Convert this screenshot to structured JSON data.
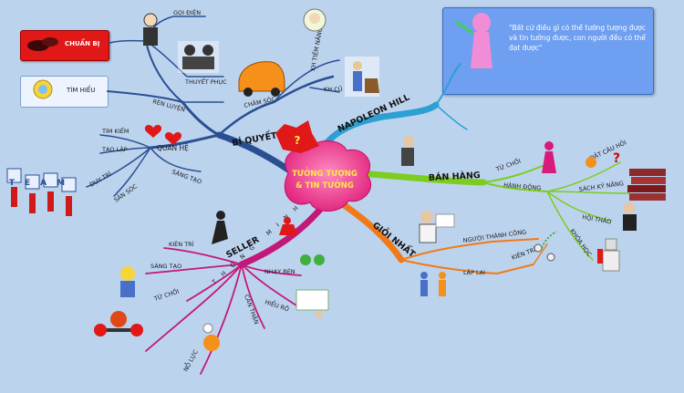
{
  "center": {
    "line1": "TƯỞNG TƯỢNG",
    "line2": "& TIN TƯỞNG"
  },
  "quote": "\"Bất cứ điều gì có thể tưởng tượng được và tin tưởng được, con người đều có thể đạt được\"",
  "branches": {
    "bi_quyet": {
      "label": "BÍ QUYẾT",
      "color": "#2a4f91"
    },
    "napoleon": {
      "label": "NAPOLEON HILL",
      "color": "#2ca0d2"
    },
    "ban_hang": {
      "label": "BÁN HÀNG",
      "color": "#7ccd1f"
    },
    "gioi_nhat": {
      "label": "GIỎI NHẤT",
      "color": "#f07a18"
    },
    "seller": {
      "label": "SELLER",
      "color": "#c2187a"
    }
  },
  "labels": {
    "goi_dien": "GỌI ĐIỆN",
    "chuan_bi": "CHUẨN BỊ",
    "thuyet_phuc": "THUYẾT PHỤC",
    "tim_hieu": "TÌM HIỂU",
    "ren_luyen": "RÈN LUYỆN",
    "kh_tiem_nang": "KH TIỀM NĂNG",
    "cham_soc": "CHĂM SÓC",
    "kh_cu": "KH CŨ",
    "tim_kiem": "TÌM KIẾM",
    "tao_lap": "TẠO LẬP",
    "quan_he": "QUAN HỆ",
    "duy_tri": "DUY TRÌ",
    "sang_tao_1": "SÁNG TẠO",
    "san_soc": "SĂN SÓC",
    "team": "TEAM",
    "tu_choi_1": "TỪ CHỐI",
    "dat_cau_hoi": "ĐẶT CÂU HỎI",
    "hanh_dong": "HÀNH ĐỘNG",
    "sach_ky_nang": "SÁCH KỸ NĂNG",
    "hoi_thao": "HỘI THẢO",
    "khoa_hoc": "KHÓA HỌC",
    "nguoi_thanh_cong": "NGƯỜI THÀNH CÔNG",
    "kien_tri_1": "KIÊN TRÌ",
    "lap_lai": "LẶP LẠI",
    "kien_tri_2": "KIÊN TRÌ",
    "sang_tao_2": "SÁNG TẠO",
    "nhay_ben": "NHẠY BÉN",
    "tu_choi_2": "TỪ CHỐI",
    "hieu_ro": "HIỂU RÕ",
    "can_than": "CẨN THẬN",
    "thong_minh": "THÔNG MINH",
    "no_luc": "NỖ LỰC"
  }
}
